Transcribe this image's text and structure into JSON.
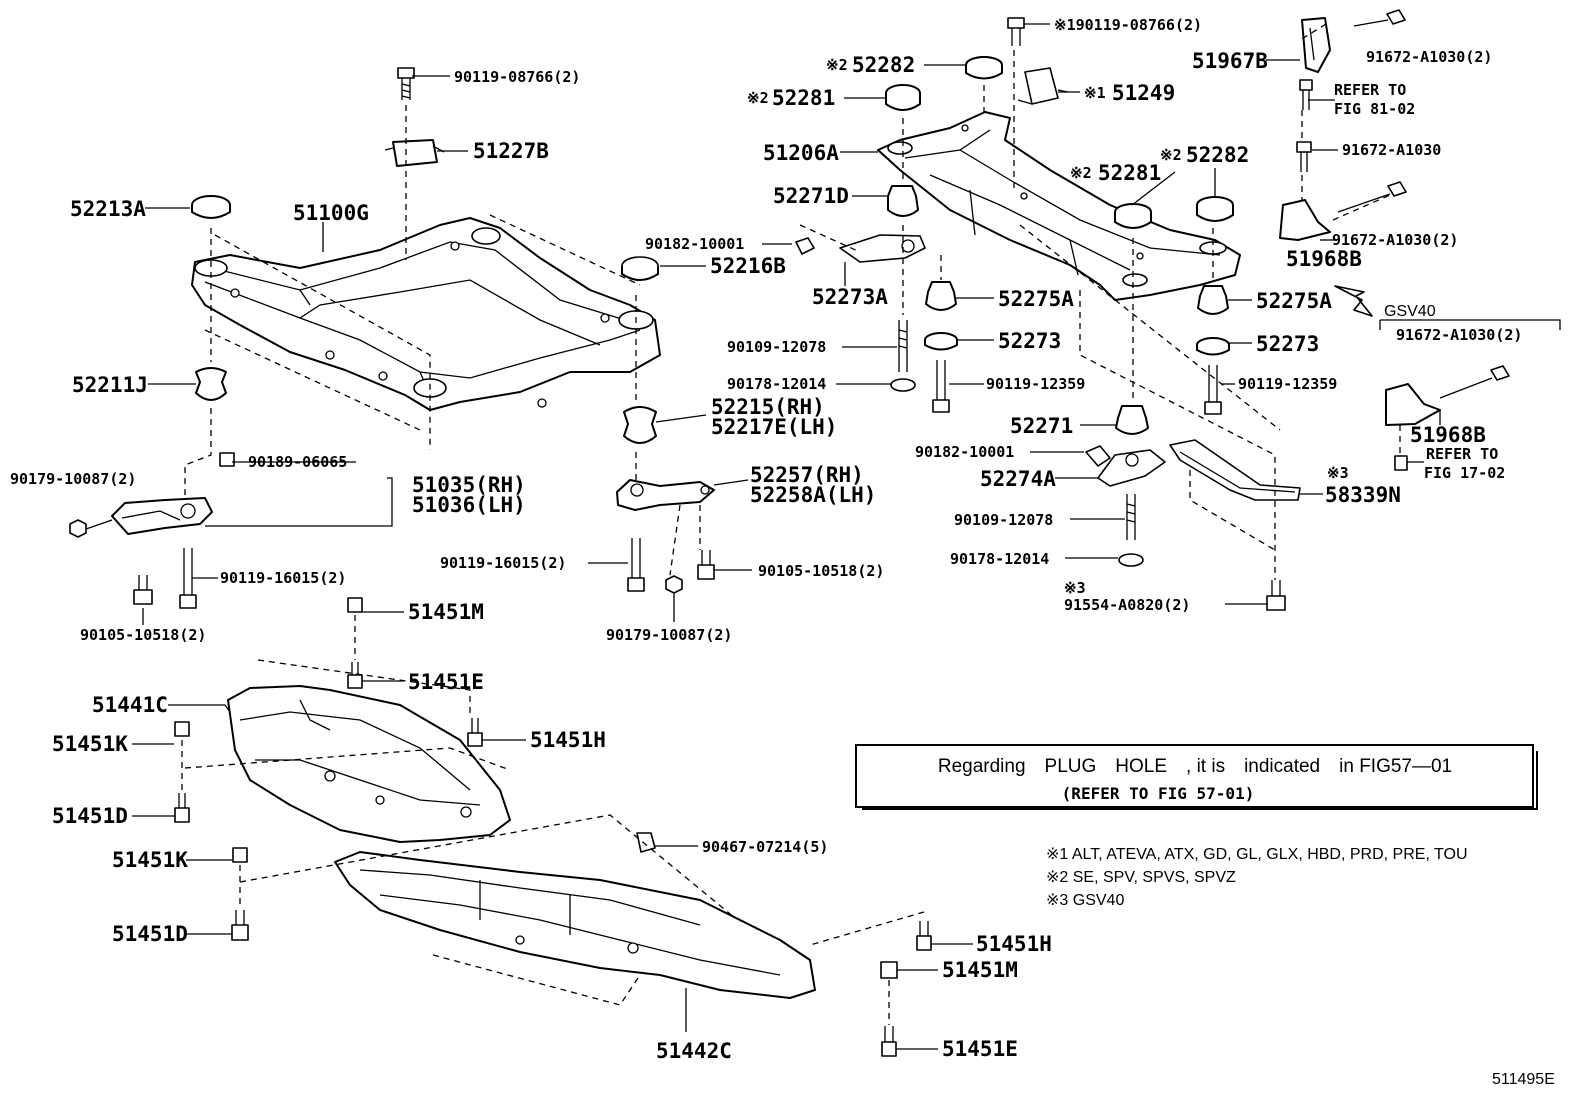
{
  "labels": {
    "p90119_08766_top": "90119-08766(2)",
    "p51227B": "51227B",
    "p52213A": "52213A",
    "p51100G": "51100G",
    "p90182_10001_a": "90182-10001",
    "p52216B": "52216B",
    "p52211J": "52211J",
    "p90179_10087_left": "90179-10087(2)",
    "p90189_06065": "90189-06065",
    "p51035": "51035(RH)",
    "p51036": "51036(LH)",
    "p90119_16015_left": "90119-16015(2)",
    "p90105_10518_left": "90105-10518(2)",
    "p52215": "52215(RH)",
    "p52217E": "52217E(LH)",
    "p52257": "52257(RH)",
    "p52258A": "52258A(LH)",
    "p90119_16015_mid": "90119-16015(2)",
    "p90105_10518_mid": "90105-10518(2)",
    "p90179_10087_mid": "90179-10087(2)",
    "p51451M_top": "51451M",
    "p51451E_top": "51451E",
    "p51441C": "51441C",
    "p51451K_a": "51451K",
    "p51451H_a": "51451H",
    "p51451D_a": "51451D",
    "p90467_07214": "90467-07214(5)",
    "p51451K_b": "51451K",
    "p51451D_b": "51451D",
    "p51451H_b": "51451H",
    "p51451M_b": "51451M",
    "p51442C": "51442C",
    "p51451E_b": "51451E",
    "p90119_08766_right": "※190119-08766(2)",
    "p52282_a": "52282",
    "p52281_a": "52281",
    "p51249": "51249",
    "p51206A": "51206A",
    "p52271D": "52271D",
    "p52273A": "52273A",
    "p52281_b": "52281",
    "p52282_b": "52282",
    "p52275A_a": "52275A",
    "p52273_a": "52273",
    "p90109_12078_a": "90109-12078",
    "p90178_12014_a": "90178-12014",
    "p90119_12359_a": "90119-12359",
    "p52275A_b": "52275A",
    "p52273_b": "52273",
    "p90119_12359_b": "90119-12359",
    "p52271": "52271",
    "p90182_10001_b": "90182-10001",
    "p52274A": "52274A",
    "p58339N": "58339N",
    "p90109_12078_b": "90109-12078",
    "p90178_12014_b": "90178-12014",
    "p91554_A0820": "91554-A0820(2)",
    "p51967B": "51967B",
    "p91672_A1030_2a": "91672-A1030(2)",
    "p91672_A1030": "91672-A1030",
    "p91672_A1030_2b": "91672-A1030(2)",
    "p51968B_a": "51968B",
    "p91672_A1030_2c": "91672-A1030(2)",
    "p51968B_b": "51968B",
    "gsv40_box": "GSV40",
    "ref_fig81_l1": "REFER TO",
    "ref_fig81_l2": "FIG 81-02",
    "ref_fig17_l1": "REFER TO",
    "ref_fig17_l2": "FIG 17-02",
    "figure_id": "511495E"
  },
  "marks": {
    "m1": "※1",
    "m2": "※2",
    "m3": "※3"
  },
  "plug_note": {
    "line1": "Regarding　PLUG　HOLE　, it is　indicated　in FIG57—01",
    "line2": "(REFER TO FIG 57-01)"
  },
  "footnotes": [
    "※1 ALT, ATEVA, ATX, GD, GL, GLX, HBD, PRD, PRE, TOU",
    "※2 SE, SPV, SPVS, SPVZ",
    "※3 GSV40"
  ]
}
